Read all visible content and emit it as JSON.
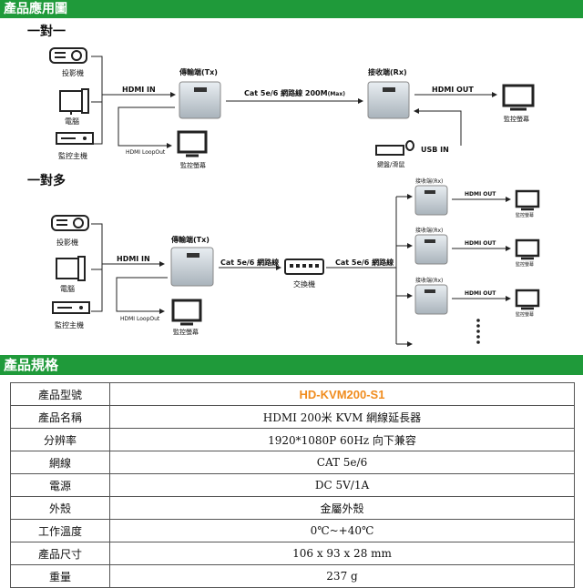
{
  "section1_title": "產品應用圖",
  "one_to_one": {
    "title": "一對一",
    "sources": [
      "投影機",
      "電腦",
      "監控主機"
    ],
    "tx_label": "傳輸端(Tx)",
    "rx_label": "接收端(Rx)",
    "hdmi_in": "HDMI IN",
    "cable_prefix": "Cat 5e/6 網路線 200M",
    "cable_suffix": "(Max)",
    "hdmi_out": "HDMI OUT",
    "loopout": "HDMI LoopOut",
    "local_monitor": "監控螢幕",
    "remote_monitor": "監控螢幕",
    "usb_in": "USB IN",
    "kbm": "鍵盤/滑鼠"
  },
  "one_to_many": {
    "title": "一對多",
    "sources": [
      "投影機",
      "電腦",
      "監控主機"
    ],
    "tx_label": "傳輸端(Tx)",
    "hdmi_in": "HDMI IN",
    "cable1": "Cat 5e/6 網路線",
    "cable2": "Cat 5e/6 網路線",
    "switch_label": "交換機",
    "loopout": "HDMI LoopOut",
    "local_monitor": "監控螢幕",
    "receivers": [
      {
        "rx_label": "接收端(Rx)",
        "out": "HDMI OUT",
        "monitor": "監控螢幕"
      },
      {
        "rx_label": "接收端(Rx)",
        "out": "HDMI OUT",
        "monitor": "監控螢幕"
      },
      {
        "rx_label": "接收端(Rx)",
        "out": "HDMI OUT",
        "monitor": "監控螢幕"
      }
    ]
  },
  "section2_title": "產品規格",
  "specs": [
    {
      "key": "產品型號",
      "value": "HD-KVM200-S1"
    },
    {
      "key": "產品名稱",
      "value": "HDMI 200米 KVM 網線延長器"
    },
    {
      "key": "分辨率",
      "value": "1920*1080P 60Hz 向下兼容"
    },
    {
      "key": "網線",
      "value": "CAT 5e/6"
    },
    {
      "key": "電源",
      "value": "DC 5V/1A"
    },
    {
      "key": "外殼",
      "value": "金屬外殼"
    },
    {
      "key": "工作溫度",
      "value": "0℃~+40℃"
    },
    {
      "key": "產品尺寸",
      "value": "106 x 93 x 28 mm"
    },
    {
      "key": "重量",
      "value": "237 g"
    }
  ],
  "colors": {
    "header_green": "#1f9a3a",
    "model_orange": "#f08c1e"
  }
}
